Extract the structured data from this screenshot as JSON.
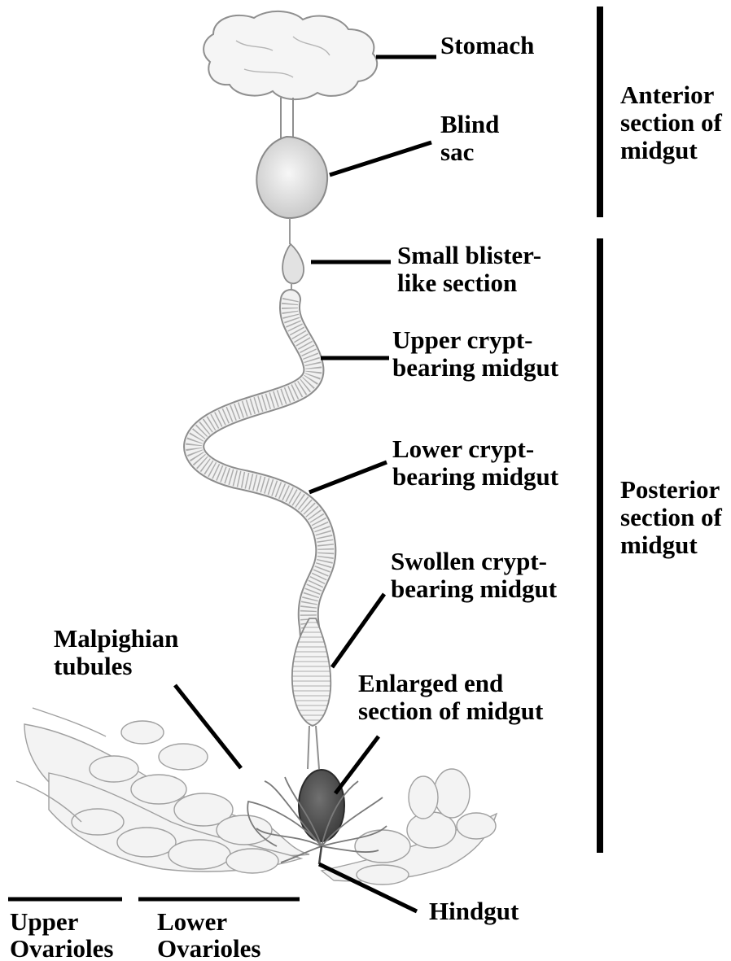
{
  "labels": {
    "stomach": "Stomach",
    "blind_sac_1": "Blind",
    "blind_sac_2": "sac",
    "blister_1": "Small blister-",
    "blister_2": "like section",
    "upper_crypt_1": "Upper crypt-",
    "upper_crypt_2": "bearing midgut",
    "lower_crypt_1": "Lower crypt-",
    "lower_crypt_2": "bearing midgut",
    "swollen_crypt_1": "Swollen crypt-",
    "swollen_crypt_2": "bearing midgut",
    "malpighian_1": "Malpighian",
    "malpighian_2": "tubules",
    "enlarged_end_1": "Enlarged end",
    "enlarged_end_2": "section of midgut",
    "hindgut": "Hindgut",
    "upper_ovarioles_1": "Upper",
    "upper_ovarioles_2": "Ovarioles",
    "lower_ovarioles_1": "Lower",
    "lower_ovarioles_2": "Ovarioles",
    "anterior_1": "Anterior",
    "anterior_2": "section of",
    "anterior_3": "midgut",
    "posterior_1": "Posterior",
    "posterior_2": "section of",
    "posterior_3": "midgut"
  },
  "colors": {
    "ink": "#000000",
    "tissue": "#f2f2f2",
    "tissue_stroke": "#9a9a9a",
    "enlarged_end": "#555555"
  }
}
